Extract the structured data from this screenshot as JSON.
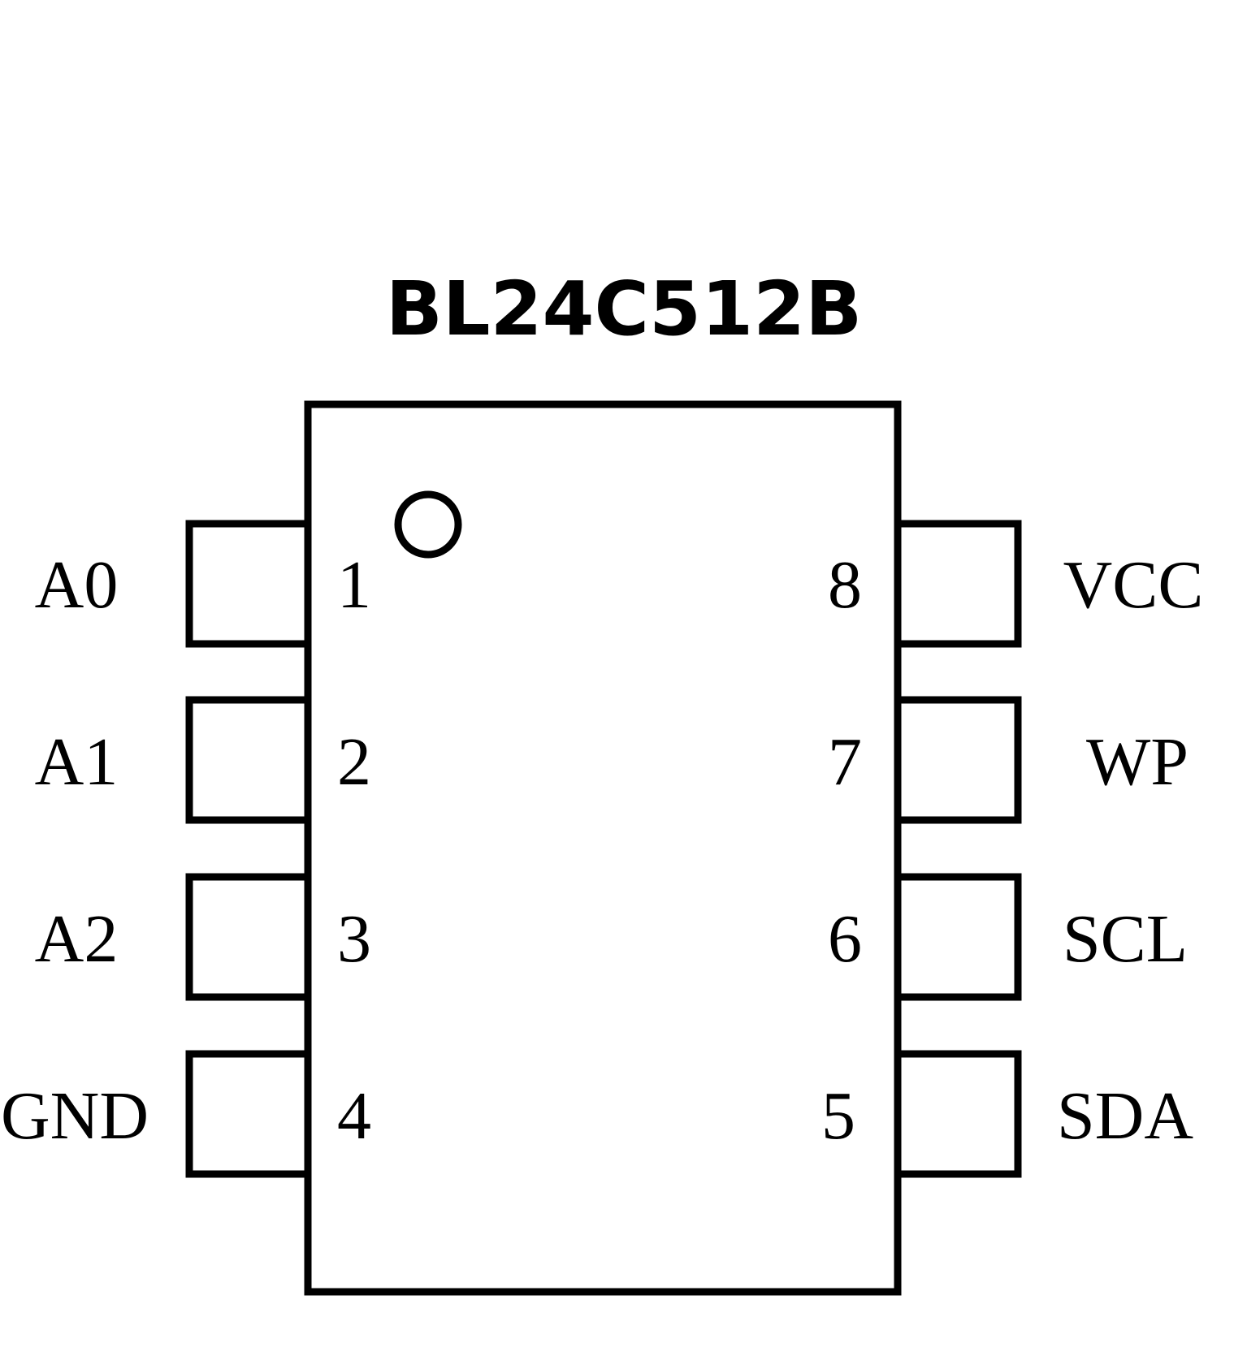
{
  "title": "BL24C512B",
  "left_pins": [
    {
      "number": "1",
      "name": "A0"
    },
    {
      "number": "2",
      "name": "A1"
    },
    {
      "number": "3",
      "name": "A2"
    },
    {
      "number": "4",
      "name": "GND"
    }
  ],
  "right_pins": [
    {
      "number": "8",
      "name": "VCC"
    },
    {
      "number": "7",
      "name": "WP"
    },
    {
      "number": "6",
      "name": "SCL"
    },
    {
      "number": "5",
      "name": "SDA"
    }
  ],
  "colors": {
    "stroke": "#000000",
    "background": "#ffffff"
  }
}
